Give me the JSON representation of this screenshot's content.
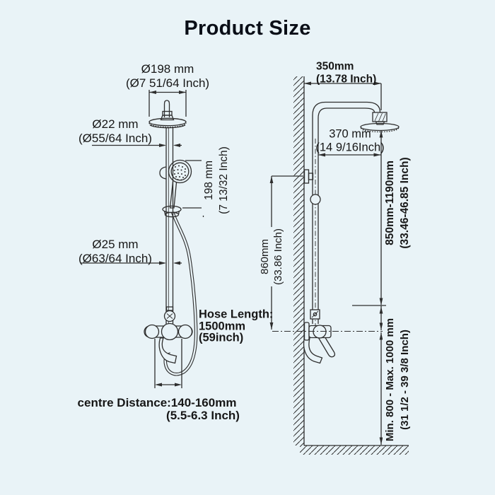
{
  "title": "Product Size",
  "colors": {
    "background": "#e9f3f7",
    "line": "#2e2e2e",
    "text": "#171717",
    "title": "#0a0e17"
  },
  "front_view": {
    "head_diameter": {
      "mm": "Ø198 mm",
      "inch": "(Ø7 51/64 Inch)"
    },
    "pipe_diameter": {
      "mm": "Ø22 mm",
      "inch": "(Ø55/64 Inch)"
    },
    "hand_shower_length": {
      "mm": "198 mm",
      "inch": "(7 13/32 Inch)"
    },
    "rail_diameter": {
      "mm": "Ø25 mm",
      "inch": "(Ø63/64 Inch)"
    },
    "hose_length": {
      "label": "Hose Length:",
      "mm": "1500mm",
      "inch": "(59inch)"
    },
    "centre_distance": {
      "mm": "centre Distance:140-160mm",
      "inch": "(5.5-6.3 Inch)"
    }
  },
  "side_view": {
    "arm_reach": {
      "mm": "350mm",
      "inch": "(13.78 Inch)"
    },
    "head_offset": {
      "mm": "370 mm",
      "inch": "(14 9/16Inch)"
    },
    "mount_height": {
      "mm": "860mm",
      "inch": "(33.86 Inch)"
    },
    "head_height_range": {
      "mm": "850mm-1190mm",
      "inch": "(33.46-46.85 Inch)"
    },
    "valve_height_range": {
      "mm": "Min. 800 - Max. 1000 mm",
      "inch": "(31 1/2 - 39 3/8 Inch)"
    }
  }
}
